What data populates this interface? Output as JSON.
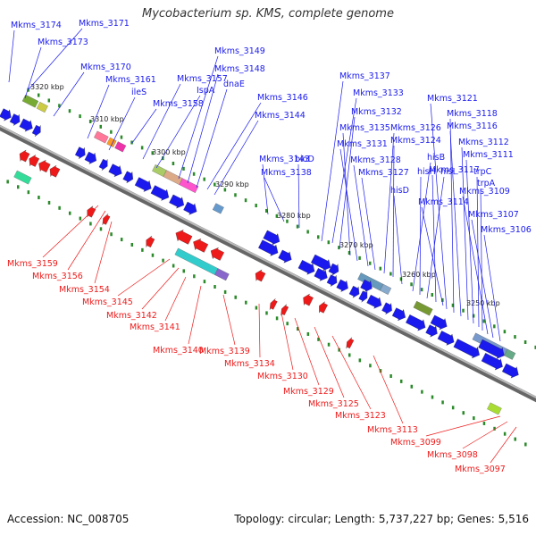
{
  "title": "Mycobacterium sp. KMS, complete genome",
  "footer": {
    "accession": "Accession: NC_008705",
    "summary": "Topology: circular; Length: 5,737,227 bp; Genes: 5,516"
  },
  "colors": {
    "forward": "#1a1aee",
    "reverse": "#ee1a1a",
    "backbone": "#888888",
    "tick": "#2a8a2a"
  },
  "kbp_ticks": [
    "3320 kbp",
    "3310 kbp",
    "3300 kbp",
    "3290 kbp",
    "3280 kbp",
    "3270 kbp",
    "3260 kbp",
    "3250 kbp"
  ],
  "forward_labels": [
    "Mkms_3174",
    "Mkms_3171",
    "Mkms_3173",
    "Mkms_3170",
    "Mkms_3161",
    "ileS",
    "Mkms_3157",
    "IspA",
    "Mkms_3158",
    "Mkms_3149",
    "Mkms_3148",
    "dnaE",
    "Mkms_3146",
    "Mkms_3144",
    "Mkms_3143",
    "Mkms_3138",
    "bioD",
    "Mkms_3137",
    "Mkms_3133",
    "Mkms_3132",
    "Mkms_3135",
    "Mkms_3131",
    "Mkms_3128",
    "Mkms_3127",
    "Mkms_3126",
    "Mkms_3124",
    "hisD",
    "hisB",
    "hisH",
    "hisI",
    "Mkms_3117",
    "Mkms_3114",
    "Mkms_3121",
    "Mkms_3118",
    "Mkms_3116",
    "Mkms_3112",
    "Mkms_3111",
    "trpC",
    "trpA",
    "Mkms_3109",
    "Mkms_3107",
    "Mkms_3106"
  ],
  "reverse_labels": [
    "Mkms_3159",
    "Mkms_3156",
    "Mkms_3154",
    "Mkms_3145",
    "Mkms_3142",
    "Mkms_3141",
    "Mkms_3140",
    "Mkms_3139",
    "Mkms_3134",
    "Mkms_3130",
    "Mkms_3129",
    "Mkms_3125",
    "Mkms_3123",
    "Mkms_3113",
    "Mkms_3099",
    "Mkms_3098",
    "Mkms_3097"
  ]
}
